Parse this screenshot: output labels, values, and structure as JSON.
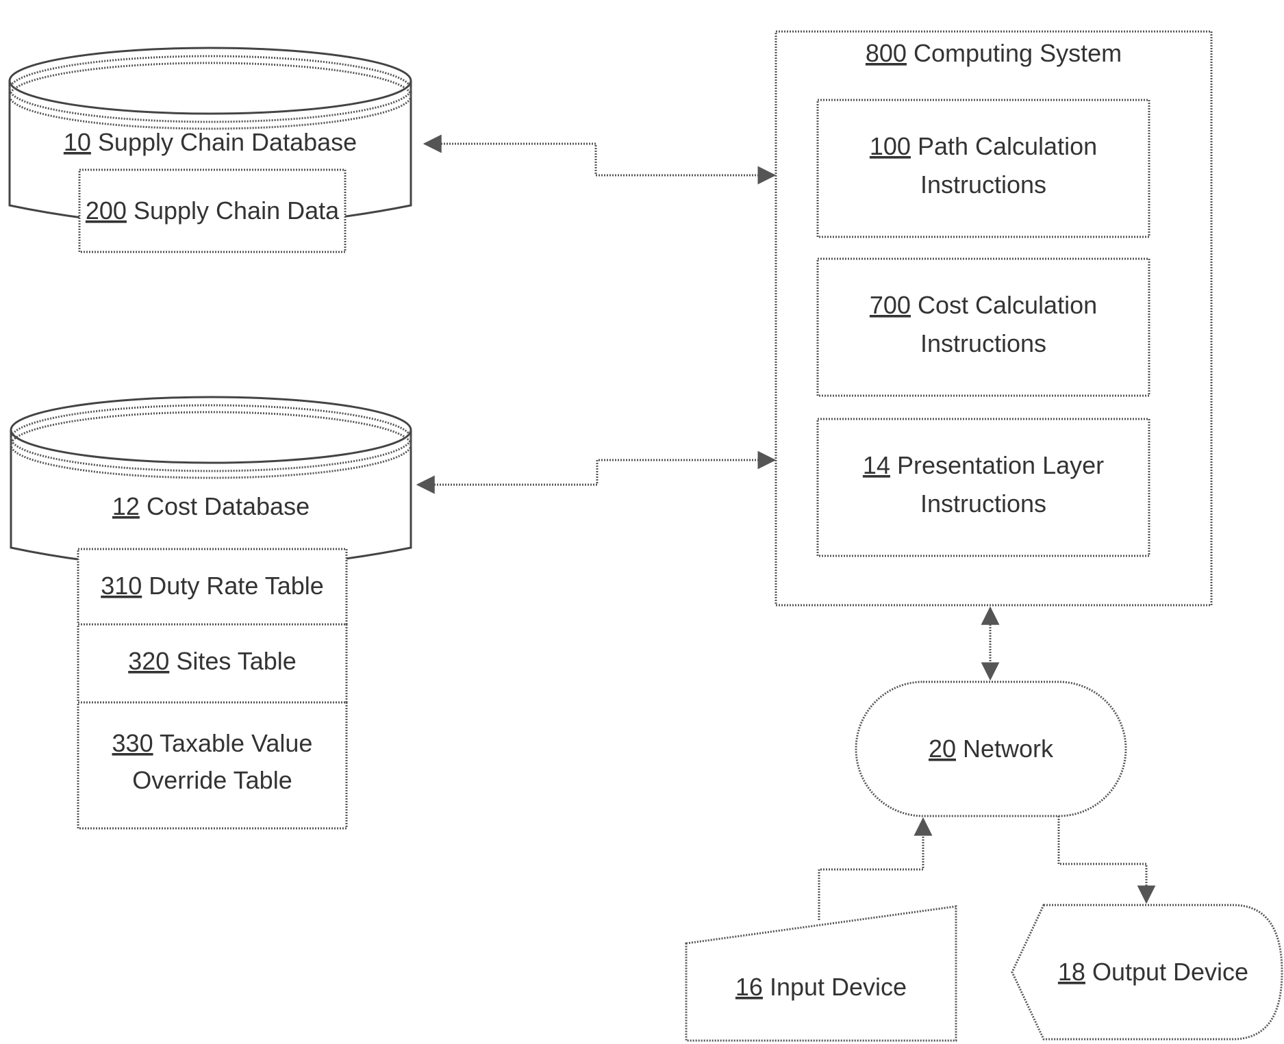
{
  "computing_system": {
    "number": "800",
    "text": "Computing System"
  },
  "path_calc": {
    "number": "100",
    "line1": "Path Calculation",
    "line2": "Instructions"
  },
  "cost_calc": {
    "number": "700",
    "line1": "Cost Calculation",
    "line2": "Instructions"
  },
  "presentation": {
    "number": "14",
    "line1": "Presentation Layer",
    "line2": "Instructions"
  },
  "supply_chain_db": {
    "number": "10",
    "text": "Supply Chain Database"
  },
  "supply_chain_data": {
    "number": "200",
    "text": "Supply Chain Data"
  },
  "cost_db": {
    "number": "12",
    "text": "Cost Database"
  },
  "duty_rate": {
    "number": "310",
    "text": "Duty Rate Table"
  },
  "sites": {
    "number": "320",
    "text": "Sites Table"
  },
  "taxable": {
    "number": "330",
    "line1": "Taxable Value",
    "line2": "Override Table"
  },
  "network": {
    "number": "20",
    "text": "Network"
  },
  "input_device": {
    "number": "16",
    "text": "Input Device"
  },
  "output_device": {
    "number": "18",
    "text": "Output Device"
  }
}
